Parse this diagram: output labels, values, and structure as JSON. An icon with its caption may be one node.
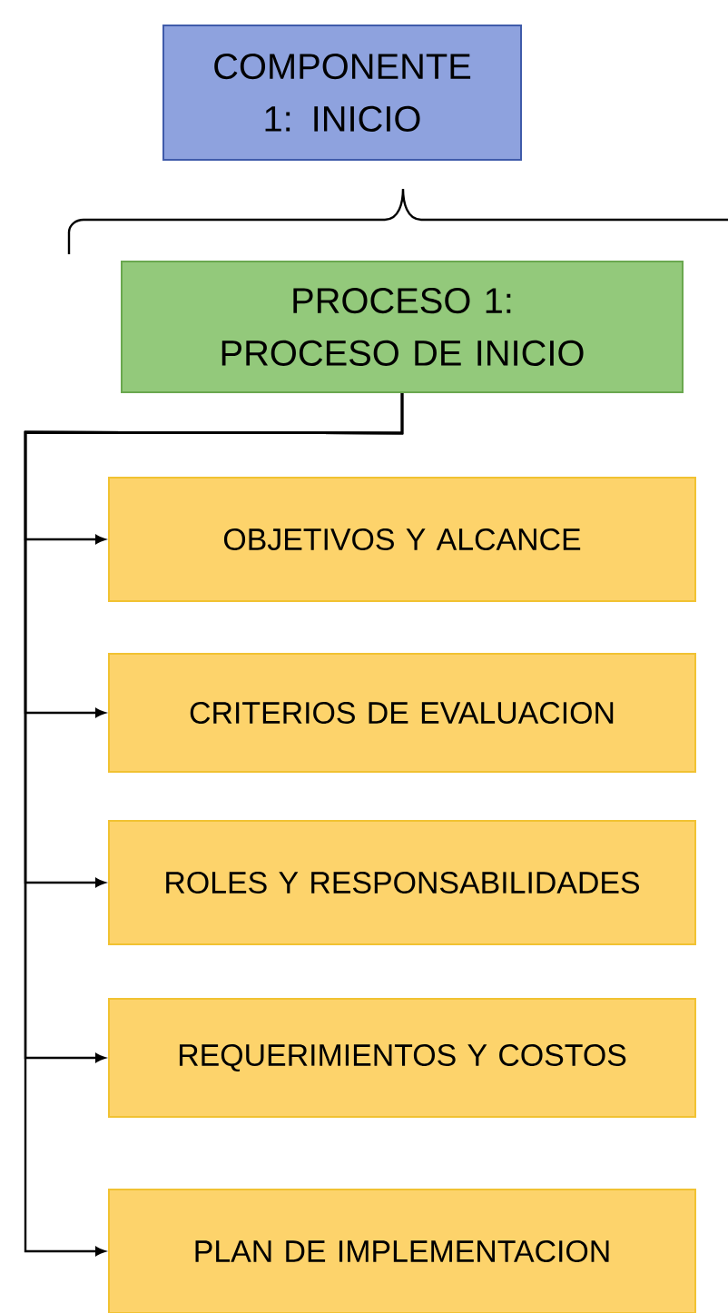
{
  "diagram": {
    "nodes": [
      {
        "text": [
          "COMPONENTE 1: INICIO"
        ]
      },
      {
        "text": [
          "PROCESO 1: PROCESO DE INICIO"
        ]
      },
      {
        "text": [
          "OBJETIVOS Y ALCANCE"
        ]
      },
      {
        "text": [
          "CRITERIOS DE EVALUACION"
        ]
      },
      {
        "text": [
          "ROLES Y RESPONSABILIDADES"
        ]
      },
      {
        "text": [
          "REQUERIMIENTOS Y COSTOS"
        ]
      },
      {
        "text": [
          "PLAN DE IMPLEMENTACION"
        ]
      }
    ],
    "edges": [
      {
        "from": 1,
        "to": 2,
        "arrow": "to"
      },
      {
        "from": 1,
        "to": 3,
        "arrow": "to"
      },
      {
        "from": 1,
        "to": 4,
        "arrow": "to"
      },
      {
        "from": 1,
        "to": 5,
        "arrow": "to"
      },
      {
        "from": 1,
        "to": 6,
        "arrow": "to"
      }
    ]
  }
}
